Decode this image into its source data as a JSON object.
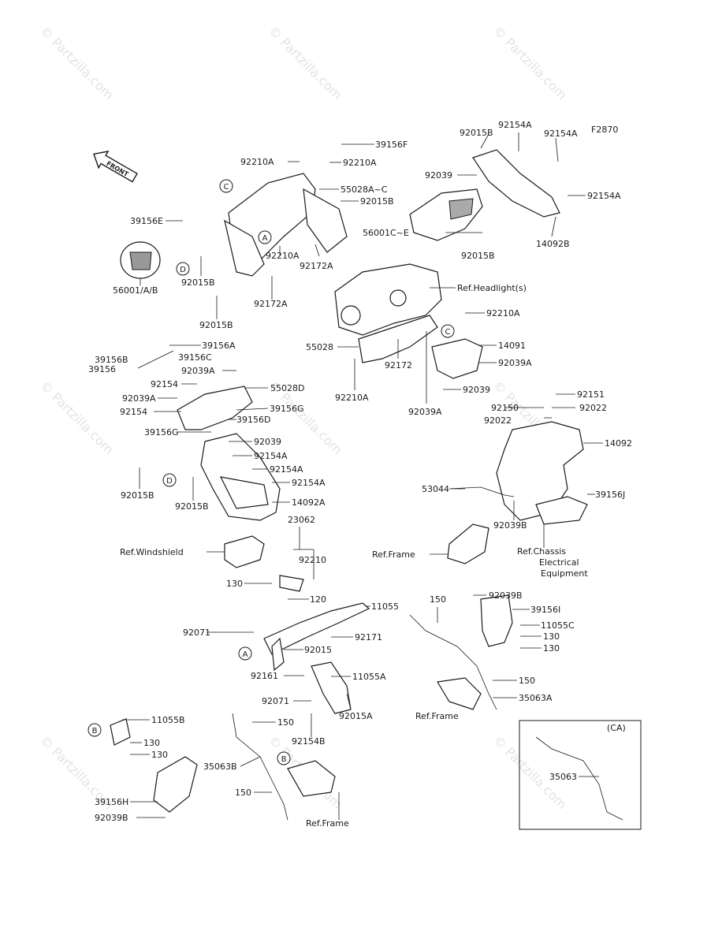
{
  "figure_code": "F2870",
  "watermark": "© Partzilla.com",
  "front_label": "FRONT",
  "ca_label": "(CA)",
  "ref_markers": [
    "A",
    "B",
    "C",
    "D"
  ],
  "labels": {
    "l39156F": "39156F",
    "l92015B_t": "92015B",
    "l92154A_t1": "92154A",
    "l92154A_t2": "92154A",
    "l92210A_1": "92210A",
    "l92210A_2": "92210A",
    "l92039_t": "92039",
    "l55028AC": "55028A~C",
    "l92015B_2": "92015B",
    "l92154A_3": "92154A",
    "l39156E": "39156E",
    "l56001CE": "56001C~E",
    "l14092B": "14092B",
    "l92210A_3": "92210A",
    "l92172A_1": "92172A",
    "l92015B_3": "92015B",
    "l92015B_4": "92015B",
    "l56001AB": "56001/A/B",
    "l92172A_2": "92172A",
    "l92015B_5": "92015B",
    "lRefHead": "Ref.Headlight(s)",
    "l92210A_4": "92210A",
    "l55028": "55028",
    "l14091": "14091",
    "l92172": "92172",
    "l92039A_1": "92039A",
    "l92039_2": "92039",
    "l92210A_5": "92210A",
    "l92039A_2": "92039A",
    "l39156A": "39156A",
    "l39156B": "39156B",
    "l39156C": "39156C",
    "l39156": "39156",
    "l92039A_3": "92039A",
    "l92154_1": "92154",
    "l55028D": "55028D",
    "l92039A_4": "92039A",
    "l92154_2": "92154",
    "l39156G_1": "39156G",
    "l39156D": "39156D",
    "l39156G_2": "39156G",
    "l92039_3": "92039",
    "l92154A_4": "92154A",
    "l92154A_5": "92154A",
    "l92154A_6": "92154A",
    "l14092A": "14092A",
    "l92015B_6": "92015B",
    "l92015B_7": "92015B",
    "l92151": "92151",
    "l92150": "92150",
    "l92022_1": "92022",
    "l92022_2": "92022",
    "l14092": "14092",
    "l53044": "53044",
    "l39156J": "39156J",
    "l92039B_1": "92039B",
    "lRefFrame1": "Ref.Frame",
    "lRefChassis1": "Ref.Chassis",
    "lRefChassis2": "Electrical",
    "lRefChassis3": "Equipment",
    "l23062": "23062",
    "lRefWind": "Ref.Windshield",
    "l92210": "92210",
    "l130_1": "130",
    "l120": "120",
    "l11055": "11055",
    "l150_1": "150",
    "l92039B_2": "92039B",
    "l39156I": "39156I",
    "l92071_1": "92071",
    "l92171": "92171",
    "l11055C": "11055C",
    "l130_2": "130",
    "l130_3": "130",
    "l92015": "92015",
    "l92161": "92161",
    "l11055A": "11055A",
    "l150_2": "150",
    "l92071_2": "92071",
    "l92015A": "92015A",
    "l35063A": "35063A",
    "lRefFrame2": "Ref.Frame",
    "l11055B": "11055B",
    "l150_3": "150",
    "l92154B": "92154B",
    "l130_4": "130",
    "l130_5": "130",
    "l35063B": "35063B",
    "l150_4": "150",
    "l39156H": "39156H",
    "l92039B_3": "92039B",
    "lRefFrame3": "Ref.Frame",
    "l35063": "35063"
  }
}
